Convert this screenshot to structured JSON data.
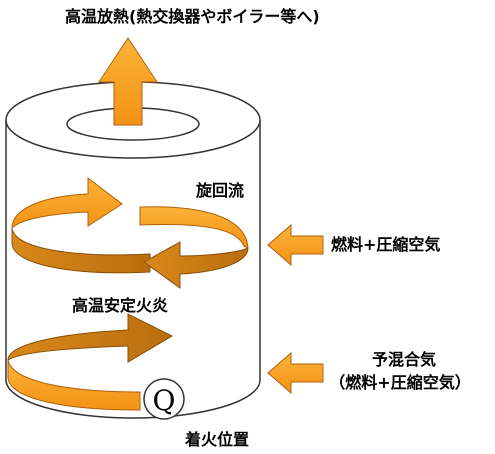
{
  "labels": {
    "top_heat": "高温放熱(熱交換器やボイラー等へ)",
    "swirl": "旋回流",
    "fuel_air": "燃料+圧縮空気",
    "stable_flame": "高温安定火炎",
    "premix_line1": "予混合気",
    "premix_line2": "（燃料+圧縮空気）",
    "ignition_position": "着火位置",
    "ignition_symbol": "Q"
  },
  "colors": {
    "arrow_light": "#f7a21b",
    "arrow_dark": "#c97a12",
    "stroke": "#333333"
  }
}
